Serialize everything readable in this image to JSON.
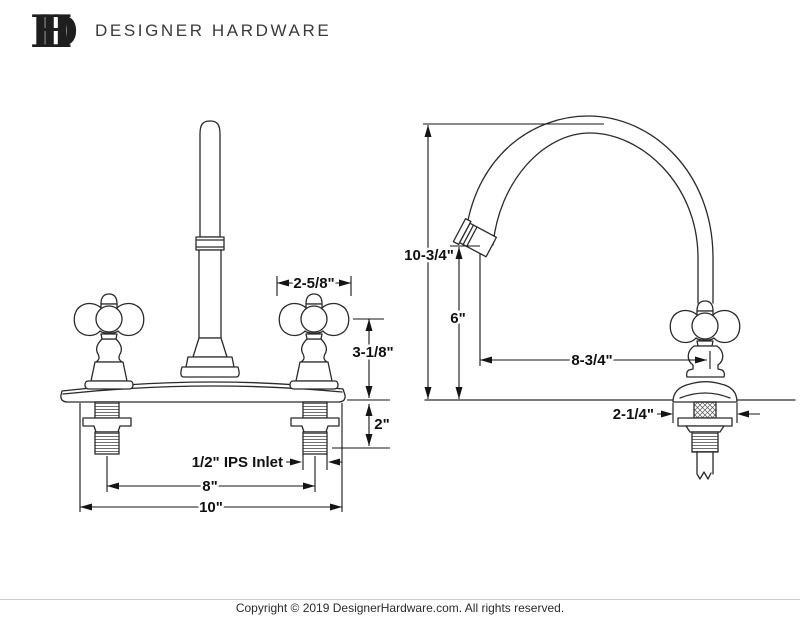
{
  "brand": {
    "monogram": {
      "letter_d": "D",
      "letter_h": "H"
    },
    "name": "DESIGNER HARDWARE"
  },
  "diagram": {
    "front_view": {
      "spread_label": "2-5/8\"",
      "height_label": "3-1/8\"",
      "shank_label": "2\"",
      "inlet_label": "1/2\" IPS Inlet",
      "centers_label": "8\"",
      "width_label": "10\""
    },
    "side_view": {
      "height_label": "10-3/4\"",
      "clearance_label": "6\"",
      "reach_label": "8-3/4\"",
      "base_label": "2-1/4\""
    }
  },
  "footer": {
    "copyright": "Copyright © 2019 DesignerHardware.com. All rights reserved."
  },
  "colors": {
    "line": "#2a2a2a",
    "dim_text": "#101010",
    "brand_text": "#3a3a3a",
    "rule": "#cccccc"
  }
}
